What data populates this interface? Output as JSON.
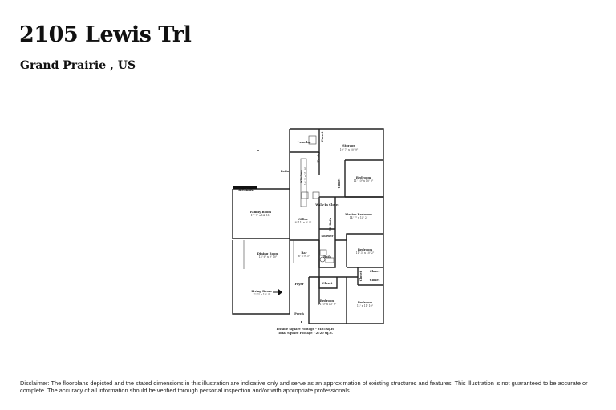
{
  "header": {
    "address": "2105 Lewis Trl",
    "location": "Grand Prairie , US"
  },
  "rooms": [
    {
      "name": "Laundry",
      "dims": ""
    },
    {
      "name": "Closet",
      "dims": ""
    },
    {
      "name": "Storage",
      "dims": "19' 7\" x 20' 9\""
    },
    {
      "name": "Pantry",
      "dims": ""
    },
    {
      "name": "Patio",
      "dims": ""
    },
    {
      "name": "Kitchen",
      "dims": "10' 3\" x 21' 8\""
    },
    {
      "name": "Bedroom",
      "dims": "11' 10\" x 10' 0\""
    },
    {
      "name": "Closet",
      "dims": ""
    },
    {
      "name": "Breakfast",
      "dims": ""
    },
    {
      "name": "Family Room",
      "dims": "17' 7\" x 14' 11\""
    },
    {
      "name": "Walk-In Closet",
      "dims": ""
    },
    {
      "name": "Master Bedroom",
      "dims": "14' 7\" x 14' 2\""
    },
    {
      "name": "Office",
      "dims": "8' 11\" x 8' 4\""
    },
    {
      "name": "M. Bath",
      "dims": ""
    },
    {
      "name": "Shower",
      "dims": ""
    },
    {
      "name": "Bedroom",
      "dims": "11' 3\" x 10' 2\""
    },
    {
      "name": "Dining Room",
      "dims": "13' 6\" x 9' 10\""
    },
    {
      "name": "Bar",
      "dims": "6' x 9' 3\""
    },
    {
      "name": "Bath",
      "dims": ""
    },
    {
      "name": "Closet",
      "dims": ""
    },
    {
      "name": "Closet",
      "dims": ""
    },
    {
      "name": "Closet",
      "dims": ""
    },
    {
      "name": "Living Room",
      "dims": "17' 7\" x 13' 4\""
    },
    {
      "name": "Foyer",
      "dims": ""
    },
    {
      "name": "Closet",
      "dims": ""
    },
    {
      "name": "Bedroom",
      "dims": "11' 0\" x 13' 9\""
    },
    {
      "name": "Bedroom",
      "dims": "11' x 11' 10\""
    },
    {
      "name": "Porch",
      "dims": ""
    }
  ],
  "footage": {
    "livable": "Livable Square Footage - 2405 sq.ft.",
    "total": "Total Square Footage - 2720 sq.ft."
  },
  "disclaimer": "Disclaimer: The floorplans depicted and the stated dimensions in this illustration are indicative only and serve as an approximation of existing structures and features. This illustration is not guaranteed to be accurate or complete. The accuracy of all information should be verified through personal inspection and/or with appropriate professionals."
}
